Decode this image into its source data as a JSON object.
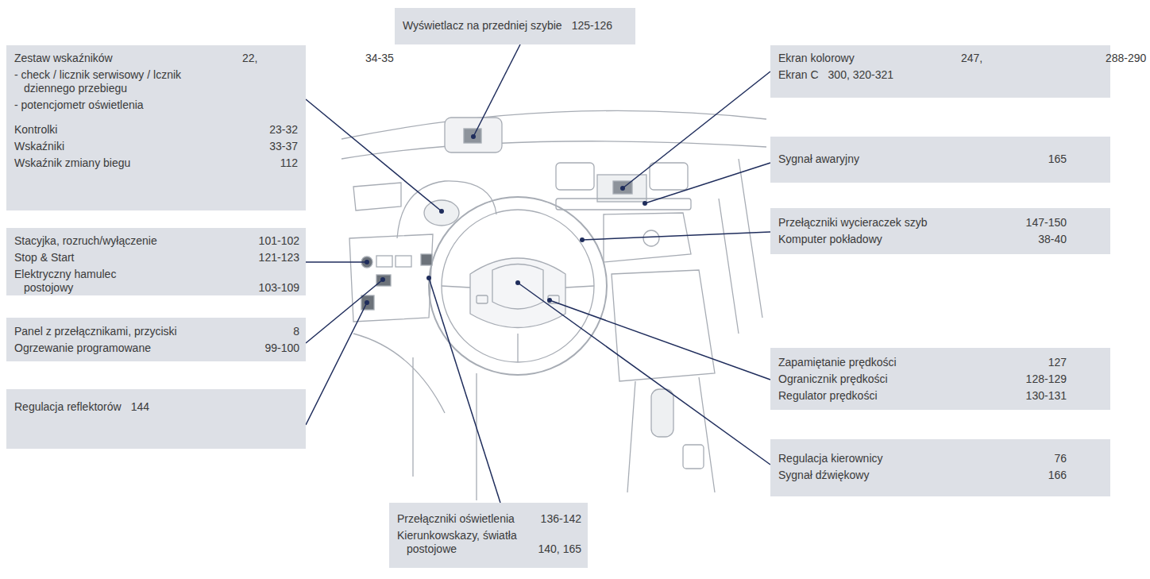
{
  "diagram": {
    "nodes": [
      {
        "text": [
          "Zestaw wskaźników",
          "22,",
          "34-35",
          "- check / licznik serwisowy / lcznik dziennego przebiegu",
          "- potencjometr oświetlenia",
          "Kontrolki",
          "23-32",
          "Wskaźniki",
          "33-37",
          "Wskaźnik zmiany biegu",
          "112"
        ]
      },
      {
        "text": [
          "Wyświetlacz na przedniej szybie",
          "125-126"
        ]
      },
      {
        "text": [
          "Ekran kolorowy",
          "247,",
          "288-290",
          "Ekran C",
          "300, 320-321"
        ]
      },
      {
        "text": [
          "Stacyjka, rozruch/wyłączenie",
          "101-102",
          "Stop & Start",
          "121-123",
          "Elektryczny hamulec postojowy",
          "103-109"
        ]
      },
      {
        "text": [
          "Sygnał awaryjny",
          "165"
        ]
      },
      {
        "text": [
          "Przełączniki wycieraczek szyb",
          "147-150",
          "Komputer pokładowy",
          "38-40"
        ]
      },
      {
        "text": [
          "Panel z przełącznikami, przyciski",
          "8",
          "Ogrzewanie programowane",
          "99-100"
        ]
      },
      {
        "text": [
          "Regulacja reflektorów",
          "144"
        ]
      },
      {
        "text": [
          "Zapamiętanie prędkości",
          "127",
          "Ogranicznik prędkości",
          "128-129",
          "Regulator prędkości",
          "130-131"
        ]
      },
      {
        "text": [
          "Regulacja kierownicy",
          "76",
          "Sygnał dźwiękowy",
          "166"
        ]
      },
      {
        "text": [
          "Przełączniki oświetlenia",
          "136-142",
          "Kierunkowskazy, światła postojowe",
          "140, 165"
        ]
      }
    ]
  }
}
